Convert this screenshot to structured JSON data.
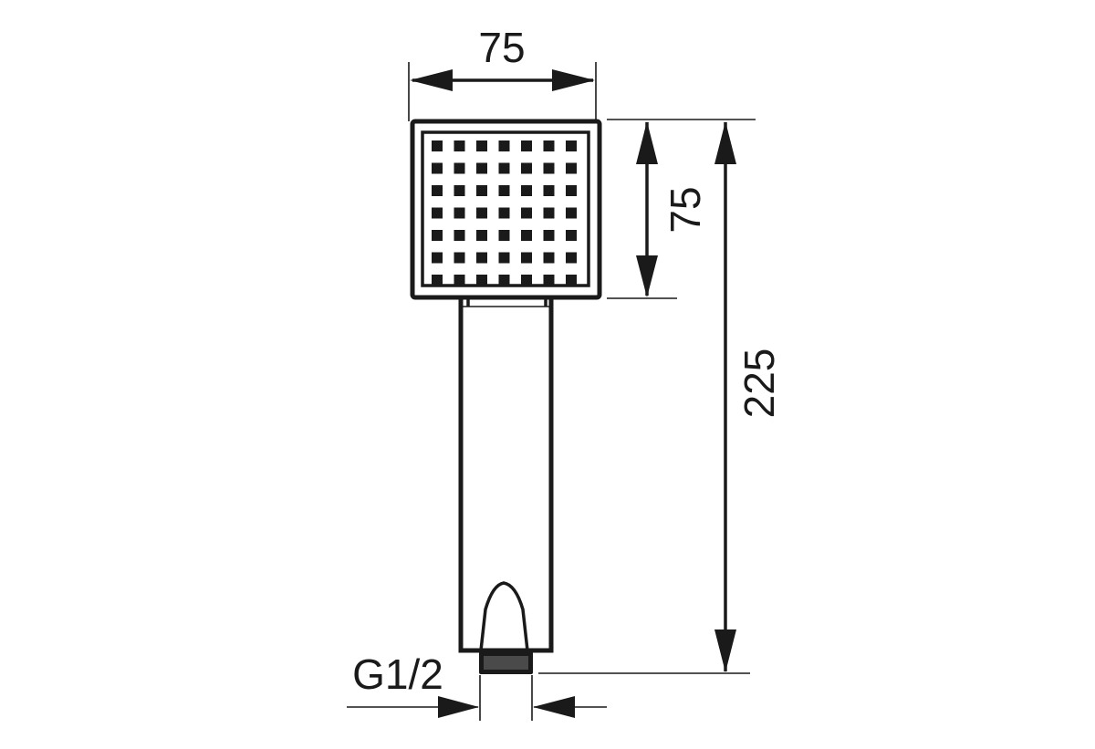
{
  "dimensions": {
    "head_width": "75",
    "head_height": "75",
    "overall_length": "225",
    "thread": "G1/2"
  },
  "nozzle_grid": {
    "rows": 7,
    "cols": 7
  }
}
